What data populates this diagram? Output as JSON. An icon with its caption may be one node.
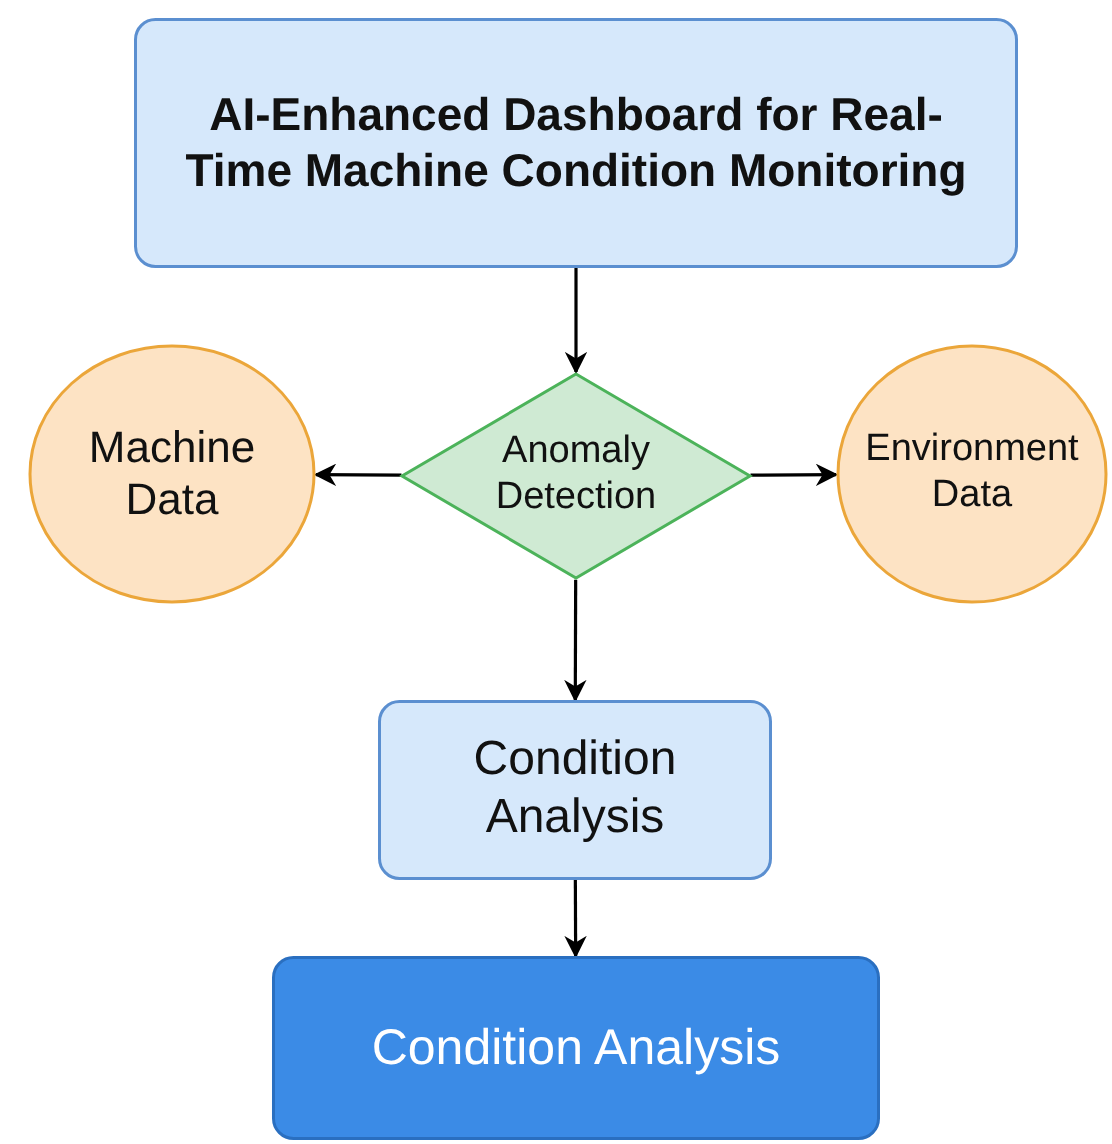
{
  "diagram": {
    "nodes": [
      {
        "text": [
          "AI-Enhanced Dashboard for Real-Time Machine Condition Monitoring"
        ]
      },
      {
        "text": [
          "Machine Data"
        ]
      },
      {
        "text": [
          "Anomaly Detection"
        ]
      },
      {
        "text": [
          "Environment Data"
        ]
      },
      {
        "text": [
          "Condition Analysis"
        ]
      },
      {
        "text": [
          "Condition Analysis"
        ]
      }
    ],
    "edges": [
      {
        "from": 0,
        "to": 2,
        "arrow": "to"
      },
      {
        "from": 2,
        "to": 1,
        "arrow": "to"
      },
      {
        "from": 2,
        "to": 3,
        "arrow": "to"
      },
      {
        "from": 2,
        "to": 4,
        "arrow": "to"
      },
      {
        "from": 4,
        "to": 5,
        "arrow": "to"
      }
    ]
  }
}
